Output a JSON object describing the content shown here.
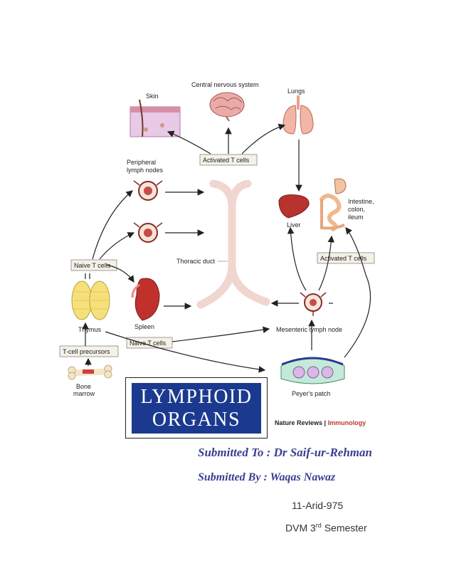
{
  "figure": {
    "labels": {
      "skin": "Skin",
      "cns": "Central nervous system",
      "lungs": "Lungs",
      "activated_top": "Activated T cells",
      "peripheral_1": "Peripheral",
      "peripheral_2": "lymph nodes",
      "liver": "Liver",
      "intestine_1": "Intestine,",
      "intestine_2": "colon,",
      "intestine_3": "ileum",
      "thoracic": "Thoracic duct",
      "activated_right": "Activated T cells",
      "naive_left": "Naive T cells",
      "thymus": "Thymus",
      "spleen": "Spleen",
      "naive_mid": "Naive T cells",
      "mesenteric": "Mesenteric lymph node",
      "precursors": "T-cell precursors",
      "bone_1": "Bone",
      "bone_2": "marrow",
      "peyers": "Peyer's patch"
    },
    "source_journal": "Nature Reviews",
    "source_section": "Immunology"
  },
  "title": {
    "line1": "LYMPHOID",
    "line2": "ORGANS"
  },
  "submission": {
    "to": "Submitted To : Dr Saif-ur-Rehman",
    "by": "Submitted By :  Waqas Nawaz",
    "roll": "11-Arid-975",
    "semester_prefix": "DVM 3",
    "semester_sup": "rd",
    "semester_suffix": " Semester"
  },
  "colors": {
    "title_bg": "#1b3a8f",
    "submission_text": "#3a3f8f",
    "duct": "#f0d6cf"
  }
}
